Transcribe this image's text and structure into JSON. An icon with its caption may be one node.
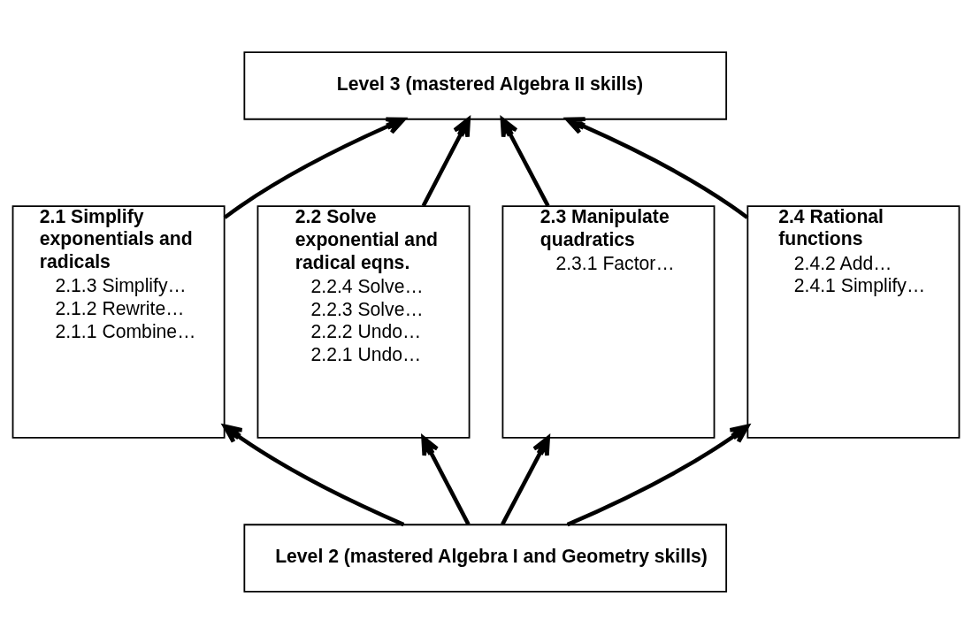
{
  "diagram": {
    "nodes": [
      {
        "text": [
          "Level 3 (mastered Algebra II skills)"
        ]
      },
      {
        "text": [
          "2.1 Simplify exponentials and radicals",
          "2.1.3 Simplify…",
          "2.1.2 Rewrite…",
          "2.1.1 Combine…"
        ]
      },
      {
        "text": [
          "2.2 Solve exponential and radical eqns.",
          "2.2.4 Solve…",
          "2.2.3 Solve…",
          "2.2.2 Undo…",
          "2.2.1 Undo…"
        ]
      },
      {
        "text": [
          "2.3 Manipulate quadratics",
          "2.3.1 Factor…"
        ]
      },
      {
        "text": [
          "2.4 Rational functions",
          "2.4.2 Add…",
          "2.4.1 Simplify…"
        ]
      },
      {
        "text": [
          "Level 2 (mastered Algebra I and Geometry skills)"
        ]
      }
    ],
    "edges": [
      {
        "from": 1,
        "to": 0,
        "arrow": "to"
      },
      {
        "from": 2,
        "to": 0,
        "arrow": "to"
      },
      {
        "from": 3,
        "to": 0,
        "arrow": "to"
      },
      {
        "from": 4,
        "to": 0,
        "arrow": "to"
      },
      {
        "from": 5,
        "to": 1,
        "arrow": "to"
      },
      {
        "from": 5,
        "to": 2,
        "arrow": "to"
      },
      {
        "from": 5,
        "to": 3,
        "arrow": "to"
      },
      {
        "from": 5,
        "to": 4,
        "arrow": "to"
      }
    ]
  }
}
